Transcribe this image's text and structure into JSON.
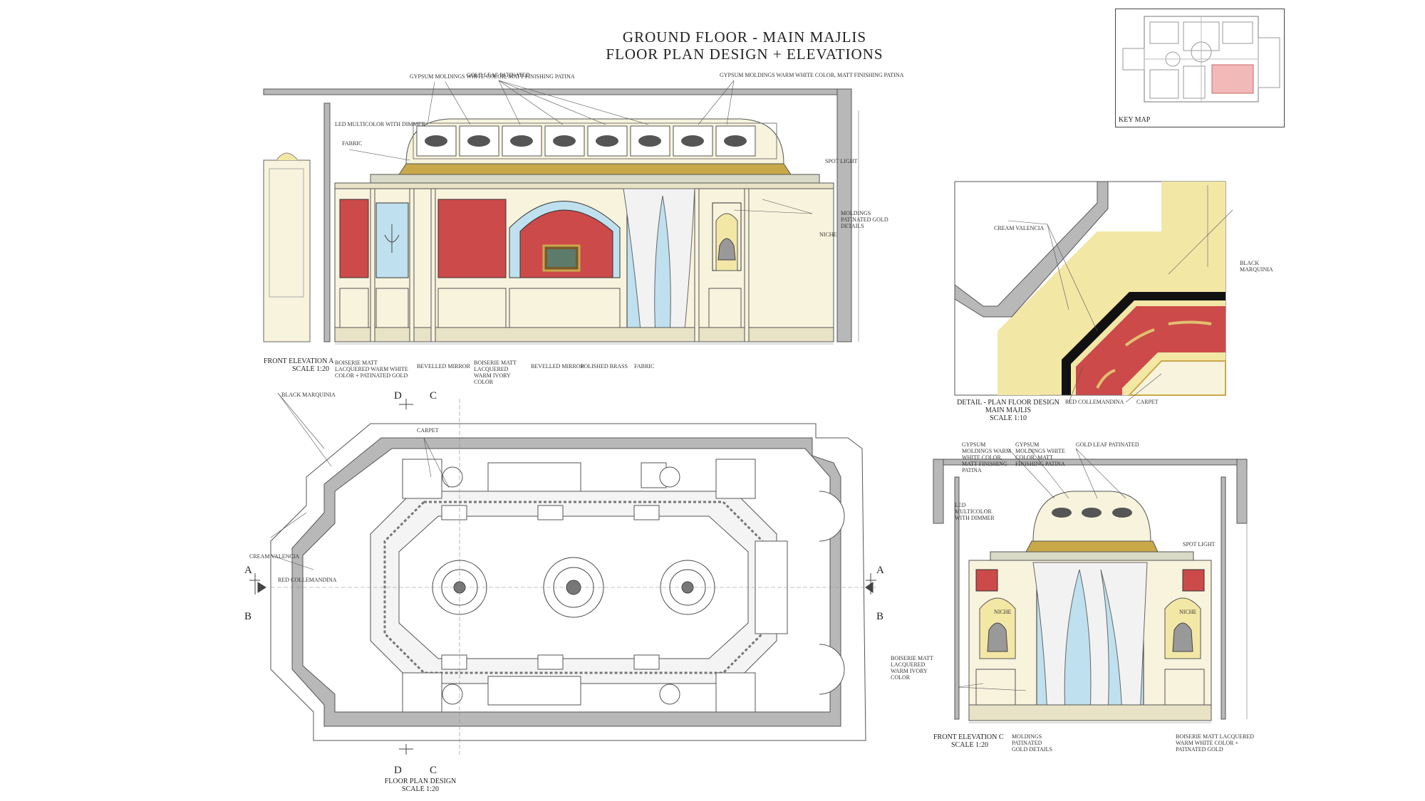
{
  "title": {
    "line1": "GROUND FLOOR - MAIN MAJLIS",
    "line2": "FLOOR PLAN DESIGN + ELEVATIONS"
  },
  "key_map": {
    "label": "KEY MAP"
  },
  "front_elevation_a": {
    "caption": "FRONT ELEVATION A",
    "scale": "SCALE 1:20",
    "labels": {
      "gypsum_moldings_left": "GYPSUM MOLDINGS WHITE COLOR, MATT FINISHING PATINA",
      "gold_leaf": "GOLD LEAF PATINATED",
      "gypsum_moldings_right": "GYPSUM MOLDINGS WARM WHITE COLOR, MATT FINISHING PATINA",
      "led_multicolor": "LED MULTICOLOR WITH DIMMER",
      "fabric_top": "FABRIC",
      "spot_light": "SPOT LIGHT",
      "moldings_patinated": "MOLDINGS PATINATED GOLD DETAILS",
      "niche": "NICHE",
      "boiserie_left": "BOISERIE MATT LACQUERED WARM WHITE COLOR + PATINATED GOLD",
      "bevelled_mirror_1": "BEVELLED MIRROR",
      "boiserie_mid": "BOISERIE MATT LACQUERED WARM IVORY COLOR",
      "bevelled_mirror_2": "BEVELLED MIRROR",
      "polished_brass": "POLISHED BRASS",
      "fabric_bottom": "FABRIC"
    }
  },
  "detail": {
    "caption_line1": "DETAIL - PLAN FLOOR DESIGN",
    "caption_line2": "MAIN MAJLIS",
    "scale": "SCALE 1:10",
    "labels": {
      "cream_valencia": "CREAM VALENCIA",
      "black_marquinia": "BLACK MARQUINIA",
      "red_collemandina": "RED COLLEMANDINA",
      "carpet": "CARPET"
    }
  },
  "floor_plan": {
    "caption": "FLOOR PLAN DESIGN",
    "scale": "SCALE 1:20",
    "section_marks": {
      "a": "A",
      "b": "B",
      "c": "C",
      "d": "D"
    },
    "labels": {
      "black_marquinia": "BLACK MARQUINIA",
      "carpet": "CARPET",
      "cream_valencia": "CREAM VALENCIA",
      "red_collemandina": "RED COLLEMANDINA"
    }
  },
  "front_elevation_c": {
    "caption": "FRONT ELEVATION C",
    "scale": "SCALE 1:20",
    "labels": {
      "gypsum_moldings_1": "GYPSUM MOLDINGS WARM WHITE COLOR, MATT FINISHING PATINA",
      "gypsum_moldings_2": "GYPSUM MOLDINGS WHITE COLOR, MATT FINISHING PATINA",
      "gold_leaf": "GOLD LEAF PATINATED",
      "led_multicolor": "LED MULTICOLOR WITH DIMMER",
      "spot_light": "SPOT LIGHT",
      "boiserie_matt": "BOISERIE MATT LACQUERED WARM IVORY COLOR",
      "niche_left": "NICHE",
      "niche_right": "NICHE",
      "moldings_patinated": "MOLDINGS PATINATED GOLD DETAILS",
      "boiserie_gold": "BOISERIE MATT LACQUERED WARM WHITE COLOR + PATINATED GOLD"
    }
  },
  "colors": {
    "wall_gray": "#b8b8b8",
    "red_panel": "#cc4a4a",
    "mirror_blue": "#bfe0ee",
    "gold": "#c9a84a",
    "cream": "#f3e7a6",
    "ivory": "#f8f3dd",
    "black_marble": "#111111"
  }
}
